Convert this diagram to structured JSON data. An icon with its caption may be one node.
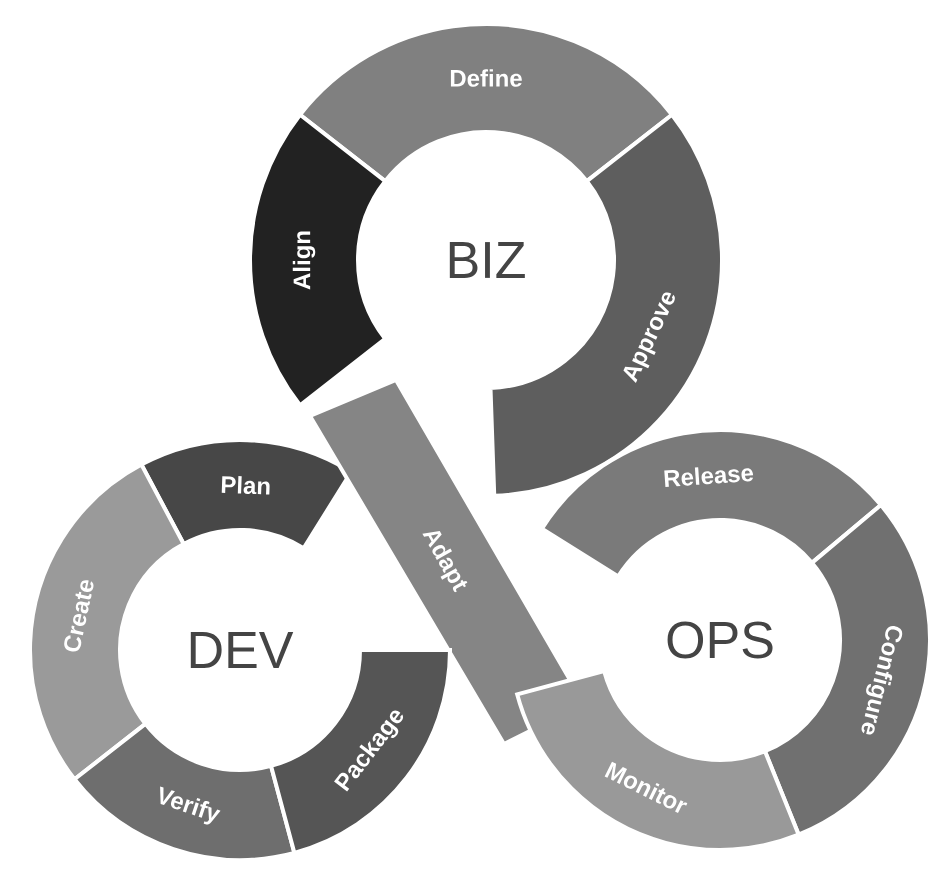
{
  "diagram": {
    "nodes": [
      {
        "text": [
          "Define"
        ]
      },
      {
        "text": [
          "Align"
        ]
      },
      {
        "text": [
          "Approve"
        ]
      },
      {
        "text": [
          "Plan"
        ]
      },
      {
        "text": [
          "Adapt"
        ]
      },
      {
        "text": [
          "Release"
        ]
      },
      {
        "text": [
          "Create"
        ]
      },
      {
        "text": [
          "Configure"
        ]
      },
      {
        "text": [
          "Verify"
        ]
      },
      {
        "text": [
          "Package"
        ]
      },
      {
        "text": [
          "Monitor"
        ]
      }
    ],
    "labels": [
      "BIZ",
      "DEV",
      "OPS"
    ]
  }
}
